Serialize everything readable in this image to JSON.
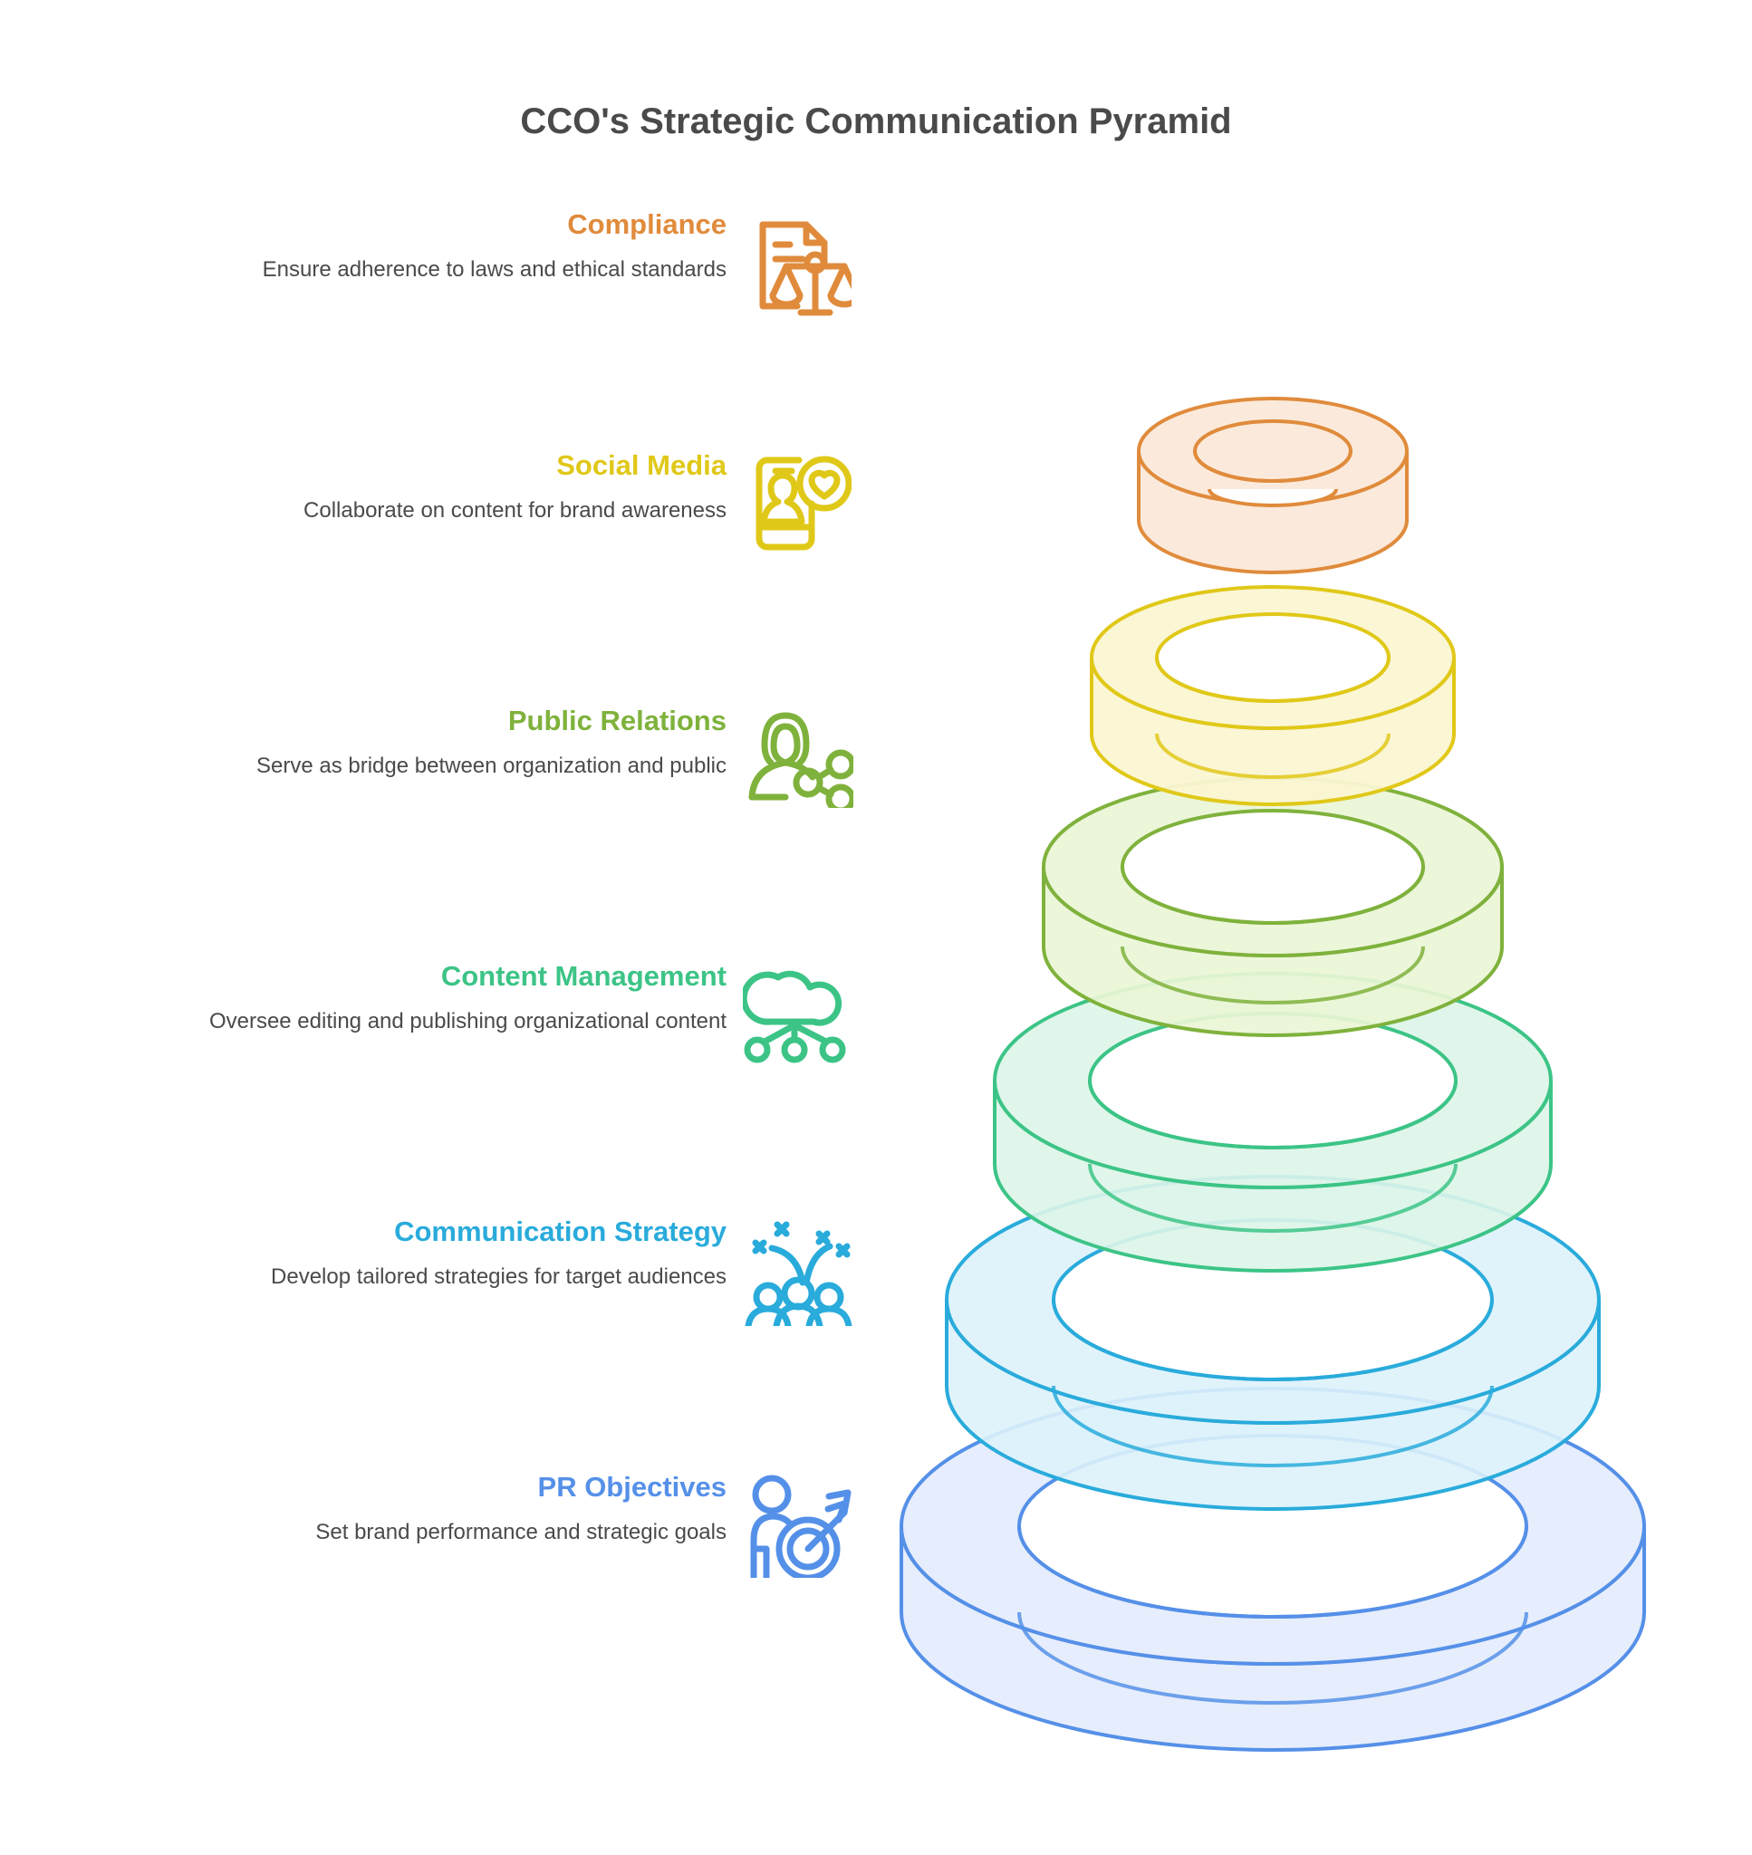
{
  "title": "CCO's Strategic Communication Pyramid",
  "colors": {
    "title_text": "#4a4a4a",
    "body_text": "#4a4a4a",
    "background": "#ffffff"
  },
  "levels": [
    {
      "label": "Compliance",
      "description": "Ensure adherence to laws and ethical standards",
      "color": "#E08B3C",
      "fill": "#FBEADB",
      "icon": "document-scales-icon"
    },
    {
      "label": "Social Media",
      "description": "Collaborate on content for brand awareness",
      "color": "#E0C818",
      "fill": "#FBF6D2",
      "icon": "phone-person-heart-icon"
    },
    {
      "label": "Public Relations",
      "description": "Serve as bridge between organization and public",
      "color": "#7FB23C",
      "fill": "#EAF5D6",
      "icon": "person-share-network-icon"
    },
    {
      "label": "Content Management",
      "description": "Oversee editing and publishing organizational content",
      "color": "#3CC486",
      "fill": "#DDF5E8",
      "icon": "cloud-nodes-icon"
    },
    {
      "label": "Communication Strategy",
      "description": "Develop tailored strategies for target audiences",
      "color": "#29ABDB",
      "fill": "#DDF2FB",
      "icon": "people-celebration-icon"
    },
    {
      "label": "PR Objectives",
      "description": "Set brand performance and strategic goals",
      "color": "#5590E8",
      "fill": "#E6EDFC",
      "icon": "person-target-icon"
    }
  ],
  "chart_data": {
    "type": "pie",
    "title": "CCO's Strategic Communication Pyramid",
    "xlabel": "",
    "ylabel": "",
    "categories": [
      "Compliance",
      "Social Media",
      "Public Relations",
      "Content Management",
      "Communication Strategy",
      "PR Objectives"
    ],
    "values": [
      1,
      2,
      3,
      4,
      5,
      6
    ],
    "series": [
      {
        "name": "Ring relative width (top to bottom)",
        "values": [
          1,
          2,
          3,
          4,
          5,
          6
        ]
      }
    ],
    "legend_position": "left",
    "grid": false,
    "annotations": [
      "Ensure adherence to laws and ethical standards",
      "Collaborate on content for brand awareness",
      "Serve as bridge between organization and public",
      "Oversee editing and publishing organizational content",
      "Develop tailored strategies for target audiences",
      "Set brand performance and strategic goals"
    ]
  }
}
